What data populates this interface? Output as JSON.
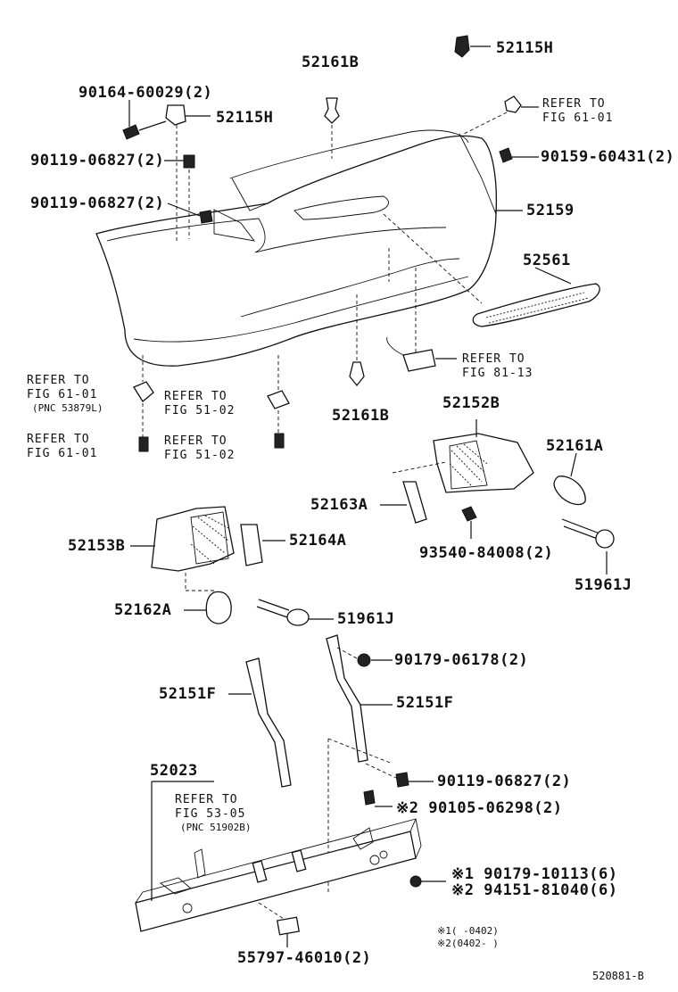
{
  "labels": {
    "p52115h_top": "52115H",
    "p52161b_top": "52161B",
    "p90164": "90164-60029(2)",
    "p52115h_left": "52115H",
    "refer_61_a": "REFER TO",
    "refer_61_a_fig": "FIG 61-01",
    "p90159": "90159-60431(2)",
    "p90119_a": "90119-06827(2)",
    "p90119_b": "90119-06827(2)",
    "p52159": "52159",
    "p52561": "52561",
    "refer_81": "REFER TO",
    "refer_81_fig": "FIG 81-13",
    "refer_61_b": "REFER TO",
    "refer_61_b_fig": "FIG 61-01",
    "refer_61_b_pnc": "(PNC 53879L)",
    "refer_51_a": "REFER TO",
    "refer_51_a_fig": "FIG 51-02",
    "p52161b_mid": "52161B",
    "p52152b": "52152B",
    "refer_61_c": "REFER TO",
    "refer_61_c_fig": "FIG 61-01",
    "refer_51_b": "REFER TO",
    "refer_51_b_fig": "FIG 51-02",
    "p52161a": "52161A",
    "p52163a": "52163A",
    "p93540": "93540-84008(2)",
    "p52153b": "52153B",
    "p52164a": "52164A",
    "p51961j_right": "51961J",
    "p52162a": "52162A",
    "p51961j_left": "51961J",
    "p90179_06178": "90179-06178(2)",
    "p52151f_left": "52151F",
    "p52151f_right": "52151F",
    "p52023": "52023",
    "p90119_c": "90119-06827(2)",
    "refer_53": "REFER TO",
    "refer_53_fig": "FIG 53-05",
    "refer_53_pnc": "(PNC 51902B)",
    "p90105": "※2 90105-06298(2)",
    "p90179_10113": "※1 90179-10113(6)",
    "p94151": "※2 94151-81040(6)",
    "p55797": "55797-46010(2)",
    "note1": "※1(      -0402)",
    "note2": "※2(0402-      )",
    "diagram_id": "520881-B"
  }
}
